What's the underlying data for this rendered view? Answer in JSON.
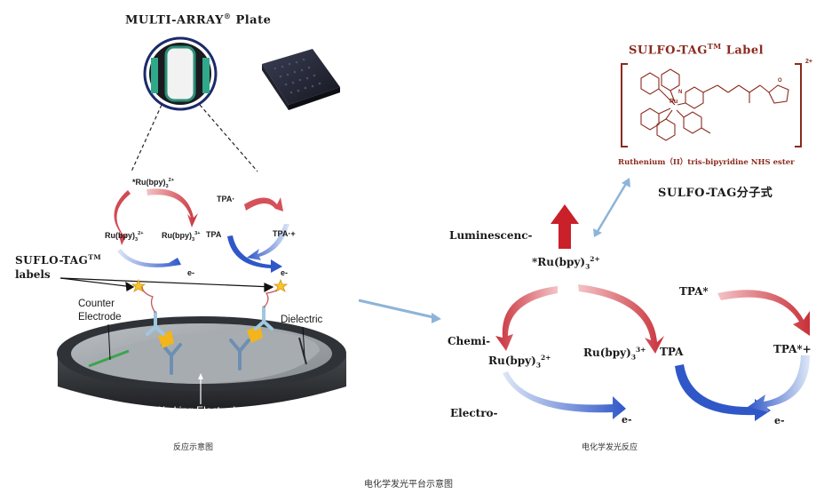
{
  "plate": {
    "title": "MULTI-ARRAY",
    "title_reg": "®",
    "title_suffix": " Plate"
  },
  "label_box": {
    "title": "SULFO-TAG",
    "title_tm": "TM",
    "title_suffix": " Label",
    "charge": "2+",
    "ru_atom": "Ru",
    "n_atom": "N",
    "o_atom": "O",
    "name": "Ruthenium（II）tris-bipyridine NHS ester",
    "formula_caption": "SULFO-TAG分子式"
  },
  "left_panel": {
    "ru_star": "*Ru(bpy)",
    "ru_star_charge": "2+",
    "ru_sub": "3",
    "ru2": "Ru(bpy)",
    "ru2_charge": "2+",
    "ru3": "Ru(bpy)",
    "ru3_charge": "3+",
    "tpa_dot": "TPA·",
    "tpa": "TPA",
    "tpa_plus": "TPA·+",
    "e_minus": "e-",
    "suflo_tag": "SUFLO-TAG",
    "suflo_tm": "TM",
    "labels": "labels",
    "counter_electrode_1": "Counter",
    "counter_electrode_2": "Electrode",
    "dielectric": "Dielectric",
    "working_electrode": "Working Electrode",
    "caption": "反应示意图"
  },
  "right_panel": {
    "luminescence": "Luminescenc-",
    "chemi": "Chemi-",
    "electro": "Electro-",
    "ru_star": "*Ru(bpy)",
    "ru_star_charge": "2+",
    "ru_sub": "3",
    "ru2": "Ru(bpy)",
    "ru2_charge": "2+",
    "ru3": "Ru(bpy)",
    "ru3_charge": "3+",
    "tpa_star": "TPA*",
    "tpa": "TPA",
    "tpa_star_plus": "TPA*+",
    "e_minus": "e-",
    "caption": "电化学发光反应"
  },
  "footer": {
    "caption": "电化学发光平台示意图"
  },
  "colors": {
    "red": "#c9303a",
    "blue": "#2f57c8",
    "light_blue": "#7fa8d8",
    "dark_red": "#8b2a1e",
    "disk": "#3a3d40",
    "disk_top": "#9aa0a6"
  }
}
